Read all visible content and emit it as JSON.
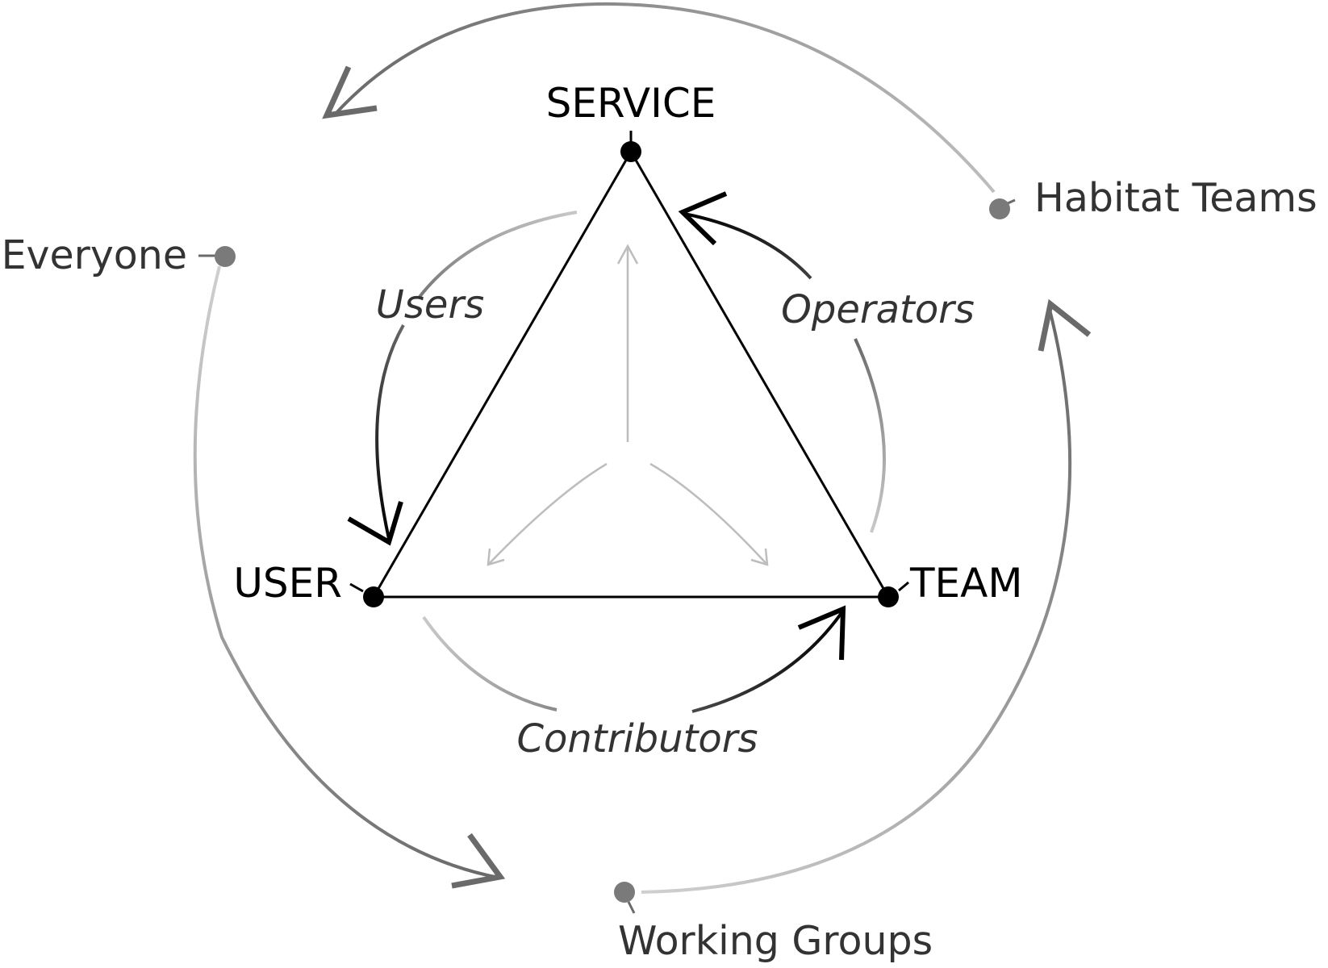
{
  "diagram": {
    "vertices": {
      "service": "SERVICE",
      "user": "USER",
      "team": "TEAM"
    },
    "relations": {
      "users": "Users",
      "operators": "Operators",
      "contributors": "Contributors"
    },
    "groups": {
      "everyone": "Everyone",
      "habitat_teams": "Habitat Teams",
      "working_groups": "Working Groups"
    }
  }
}
